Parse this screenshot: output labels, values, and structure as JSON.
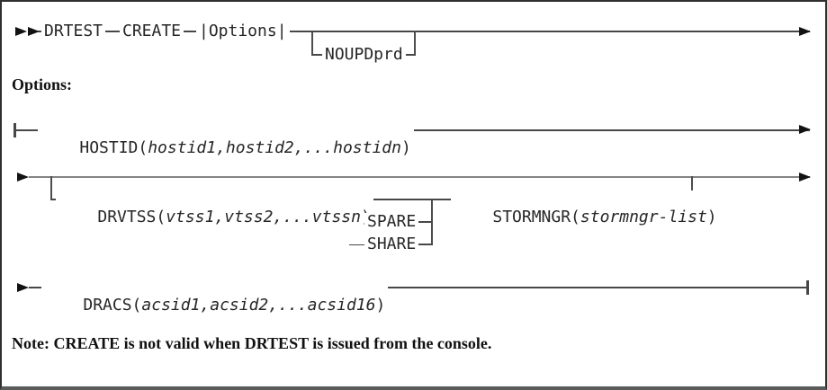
{
  "syntax": {
    "row1": {
      "drtest": "DRTEST",
      "create": "CREATE",
      "options_ref": "|Options|",
      "noupdprd": "NOUPDprd"
    },
    "options_heading": "Options:",
    "hostid": {
      "keyword": "HOSTID(",
      "args": "hostid1,hostid2,...hostidn",
      "close": ")"
    },
    "drvtss": {
      "keyword": "DRVTSS(",
      "args": "vtss1,vtss2,...vtssn",
      "close": ")"
    },
    "spare": "SPARE",
    "share": "SHARE",
    "stormngr": {
      "keyword": "STORMNGR(",
      "args": "stormngr-list",
      "close": ")"
    },
    "dracs": {
      "keyword": "DRACS(",
      "args": "acsid1,acsid2,...acsid16",
      "close": ")"
    },
    "note": "Note: CREATE is not valid when DRTEST is issued from the console."
  }
}
